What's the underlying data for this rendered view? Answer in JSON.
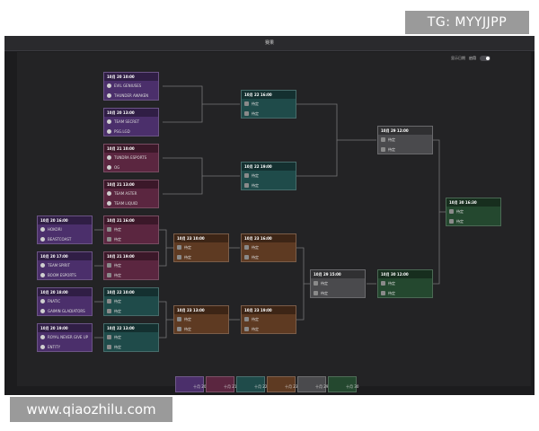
{
  "watermark_top": "TG: MYYJJPP",
  "watermark_bottom": "www.qiaozhilu.com",
  "window": {
    "title": "赛果",
    "dates_label": "显示日期",
    "dates_state": "启用"
  },
  "matches": {
    "r1_1": {
      "date": "10月 20 10:00",
      "team1": "EVIL GENIUSES",
      "team2": "THUNDER AWAKEN"
    },
    "r1_2": {
      "date": "10月 20 13:00",
      "team1": "TEAM SECRET",
      "team2": "PSG.LGD"
    },
    "r1_3": {
      "date": "10月 21 10:00",
      "team1": "TUNDRA ESPORTS",
      "team2": "OG"
    },
    "r1_4": {
      "date": "10月 21 13:00",
      "team1": "TEAM ASTER",
      "team2": "TEAM LIQUID"
    },
    "l1_1": {
      "date": "10月 20 16:00",
      "team1": "HOKORI",
      "team2": "BEASTCOAST"
    },
    "l1_2": {
      "date": "10月 20 17:00",
      "team1": "TEAM SPIRIT",
      "team2": "BOOM ESPORTS"
    },
    "l1_3": {
      "date": "10月 20 18:00",
      "team1": "FNATIC",
      "team2": "GAIMIN GLADIATORS"
    },
    "l1_4": {
      "date": "10月 20 19:00",
      "team1": "ROYAL NEVER GIVE UP",
      "team2": "ENTITY"
    },
    "l2_1": {
      "date": "10月 21 16:00",
      "team1": "待定",
      "team2": "待定"
    },
    "l2_2": {
      "date": "10月 21 19:00",
      "team1": "待定",
      "team2": "待定"
    },
    "l2_3": {
      "date": "10月 22 10:00",
      "team1": "待定",
      "team2": "待定"
    },
    "l2_4": {
      "date": "10月 22 13:00",
      "team1": "待定",
      "team2": "待定"
    },
    "u2_1": {
      "date": "10月 22 16:00",
      "team1": "待定",
      "team2": "待定"
    },
    "u2_2": {
      "date": "10月 22 19:00",
      "team1": "待定",
      "team2": "待定"
    },
    "l3_1": {
      "date": "10月 23 10:00",
      "team1": "待定",
      "team2": "待定"
    },
    "l3_2": {
      "date": "10月 23 13:00",
      "team1": "待定",
      "team2": "待定"
    },
    "l4_1": {
      "date": "10月 23 16:00",
      "team1": "待定",
      "team2": "待定"
    },
    "l4_2": {
      "date": "10月 23 19:00",
      "team1": "待定",
      "team2": "待定"
    },
    "uf": {
      "date": "10月 29 12:00",
      "team1": "待定",
      "team2": "待定"
    },
    "l5": {
      "date": "10月 29 15:00",
      "team1": "待定",
      "team2": "待定"
    },
    "lf": {
      "date": "10月 30 12:00",
      "team1": "待定",
      "team2": "待定"
    },
    "gf": {
      "date": "10月 30 16:30",
      "team1": "待定",
      "team2": "待定"
    }
  },
  "legend": [
    {
      "label": "十月 20",
      "color": "#4b2f6b"
    },
    {
      "label": "十月 21",
      "color": "#5b2640"
    },
    {
      "label": "十月 22",
      "color": "#1f4b4a"
    },
    {
      "label": "十月 23",
      "color": "#5e3a22"
    },
    {
      "label": "十月 29",
      "color": "#4a4a4d"
    },
    {
      "label": "十月 30",
      "color": "#24482f"
    }
  ]
}
